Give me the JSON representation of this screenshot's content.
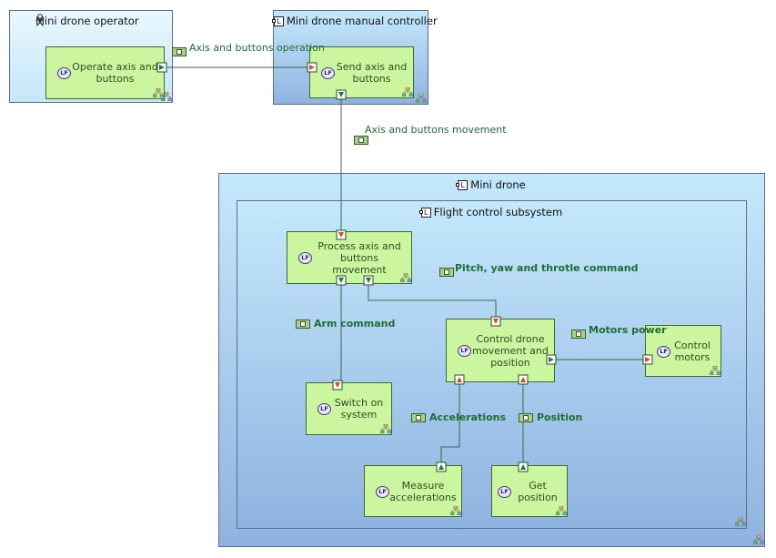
{
  "containers": {
    "mini_drone_operator": "Mini drone operator",
    "mini_drone_manual_controller": "Mini drone manual controller",
    "mini_drone": "Mini drone",
    "flight_control_subsystem": "Flight control subsystem"
  },
  "functions": {
    "operate_axis": "Operate axis and buttons",
    "send_axis": "Send axis and buttons",
    "process_axis": "Process axis and buttons movement",
    "control_drone": "Control drone movement and position",
    "control_motors": "Control motors",
    "switch_on": "Switch on system",
    "measure_acc": "Measure accelerations",
    "get_position": "Get position",
    "lf_badge": "LF"
  },
  "exchanges": {
    "axis_buttons_operation": "Axis and buttons operation",
    "axis_buttons_movement": "Axis and buttons movement",
    "pitch_yaw": "Pitch, yaw and throtle command",
    "arm_command": "Arm command",
    "motors_power": "Motors power",
    "accelerations": "Accelerations",
    "position": "Position"
  },
  "icons": {
    "actor": "stick-figure-icon",
    "component": "logical-component-icon",
    "function": "logical-function-icon",
    "exchange": "functional-exchange-icon",
    "tree": "hierarchy-tree-icon"
  },
  "colors": {
    "function_fill": "#ccf5a0",
    "wire": "#2f6b44",
    "out_port": "#1f7a3a",
    "in_port": "#d84b20",
    "label": "#1f6b35"
  }
}
